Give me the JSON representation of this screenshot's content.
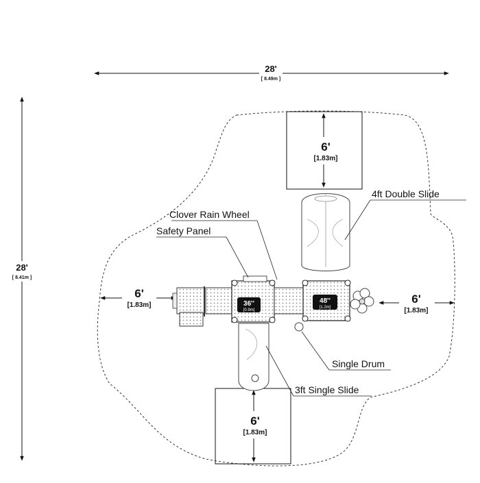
{
  "overall": {
    "width_ft": "28'",
    "width_m": "[ 8.49m ]",
    "depth_ft": "28'",
    "depth_m": "[ 8.41m ]"
  },
  "clearances": {
    "top": {
      "ft": "6'",
      "m": "[1.83m]"
    },
    "bottom": {
      "ft": "6'",
      "m": "[1.83m]"
    },
    "left": {
      "ft": "6'",
      "m": "[1.83m]"
    },
    "right": {
      "ft": "6'",
      "m": "[1.83m]"
    }
  },
  "decks": {
    "left": {
      "height": "36''",
      "metric": "[0.9m]"
    },
    "right": {
      "height": "48''",
      "metric": "[1.2m]"
    }
  },
  "callouts": {
    "double_slide": "4ft Double Slide",
    "rain_wheel": "Clover Rain Wheel",
    "safety_panel": "Safety Panel",
    "single_drum": "Single Drum",
    "single_slide": "3ft Single Slide"
  }
}
